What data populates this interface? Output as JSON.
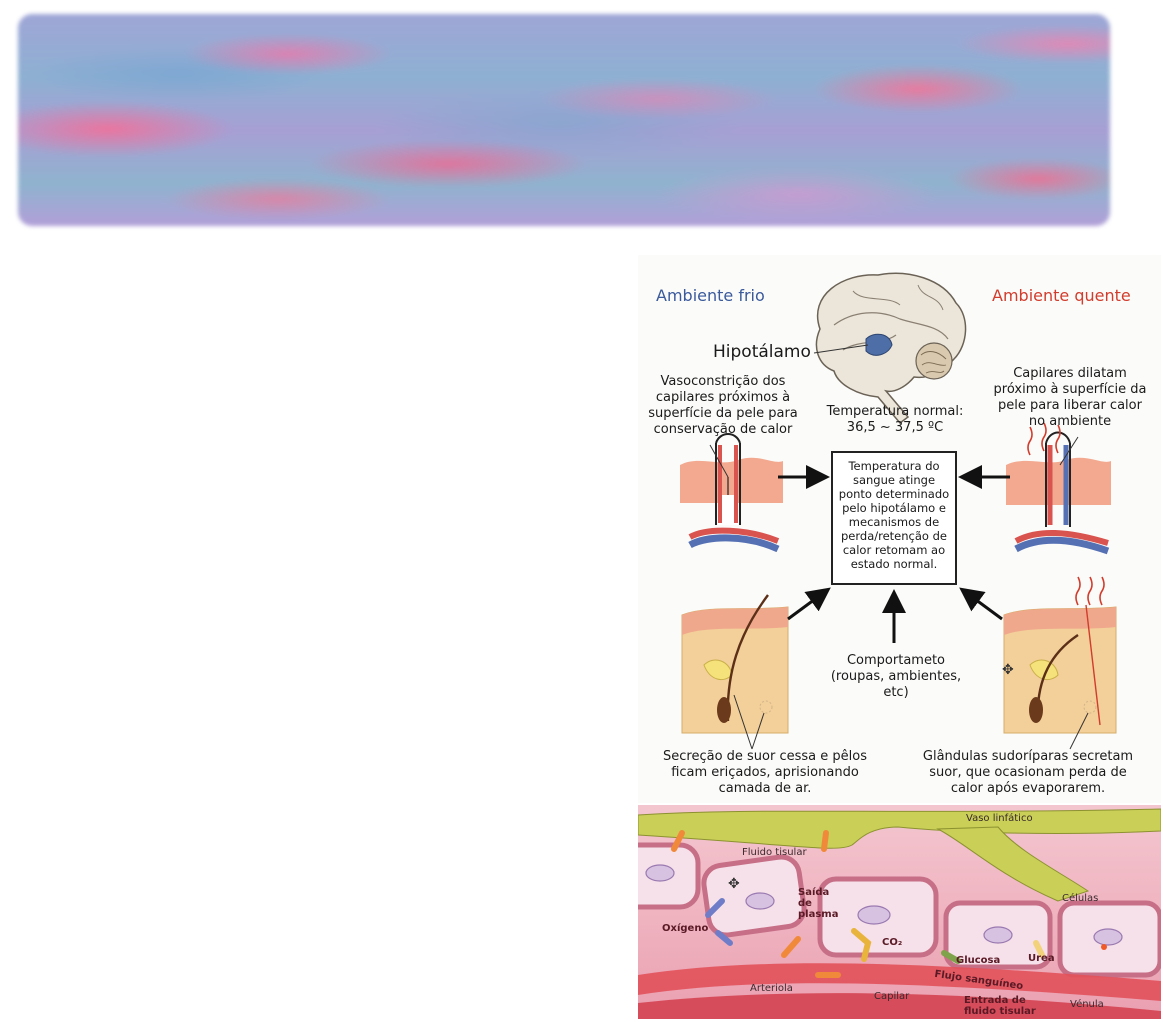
{
  "diagram": {
    "cold_title": "Ambiente frio",
    "hot_title": "Ambiente quente",
    "hypothalamus": "Hipotálamo",
    "normal_temp": "Temperatura normal:\n36,5 ~ 37,5 ºC",
    "vasoconstriction": "Vasoconstrição dos\ncapilares próximos à\nsuperfície da pele para\nconservação de calor",
    "vasodilation": "Capilares dilatam\npróximo à superfície da\npele para liberar calor\nno ambiente",
    "center_box": "Temperatura do\nsangue atinge\nponto determinado\npelo hipotálamo e\nmecanismos de\nperda/retenção de\ncalor retomam ao\nestado normal.",
    "behavior": "Comportameto\n(roupas, ambientes,\netc)",
    "cold_sweat": "Secreção de suor cessa e pêlos\nficam eriçados, aprisionando\ncamada de ar.",
    "hot_sweat": "Glândulas sudoríparas secretam\nsuor, que ocasionam perda de\ncalor após evaporarem.",
    "colors": {
      "cold": "#3a5a9c",
      "hot": "#d23c2c"
    }
  },
  "capillary": {
    "vaso_linfatico": "Vaso linfático",
    "fluido_tisular": "Fluido tisular",
    "saida_plasma": "Saída\nde\nplasma",
    "celulas": "Células",
    "oxigeno": "Oxígeno",
    "co2": "CO₂",
    "glucosa": "Glucosa",
    "urea": "Urea",
    "flujo": "Flujo sanguíneo",
    "arteriola": "Arteriola",
    "capilar": "Capilar",
    "venula": "Vénula",
    "entrada": "Entrada de\nfluido tisular"
  }
}
